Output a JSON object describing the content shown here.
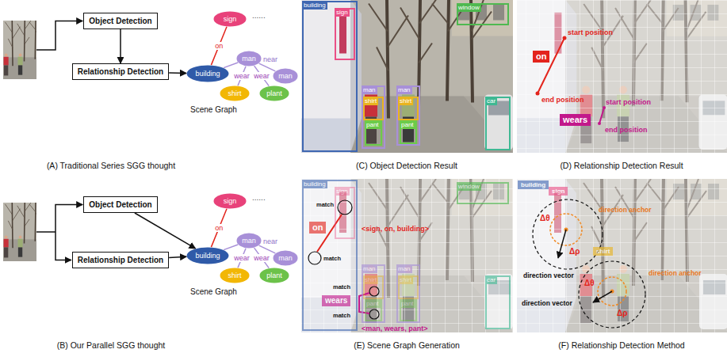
{
  "diagram": {
    "nodes": [
      {
        "text": [
          "Object Detection"
        ]
      },
      {
        "text": [
          "Relationship Detection"
        ]
      },
      {
        "text": [
          "sign"
        ]
      },
      {
        "text": [
          "building"
        ]
      },
      {
        "text": [
          "man"
        ]
      },
      {
        "text": [
          "man"
        ]
      },
      {
        "text": [
          "shirt"
        ]
      },
      {
        "text": [
          "plant"
        ]
      },
      {
        "text": [
          "Object Detection"
        ]
      },
      {
        "text": [
          "Relationship Detection"
        ]
      },
      {
        "text": [
          "sign"
        ]
      },
      {
        "text": [
          "building"
        ]
      },
      {
        "text": [
          "man"
        ]
      },
      {
        "text": [
          "man"
        ]
      },
      {
        "text": [
          "shirt"
        ]
      },
      {
        "text": [
          "plant"
        ]
      },
      {
        "text": [
          "building"
        ]
      },
      {
        "text": [
          "sign"
        ],
        "in": 16
      },
      {
        "text": [
          "window"
        ]
      },
      {
        "text": [
          "man"
        ]
      },
      {
        "text": [
          "shirt"
        ],
        "in": 19
      },
      {
        "text": [
          "pant"
        ],
        "in": 19
      },
      {
        "text": [
          "man"
        ]
      },
      {
        "text": [
          "shirt"
        ],
        "in": 22
      },
      {
        "text": [
          "pant"
        ],
        "in": 22
      },
      {
        "text": [
          "car"
        ]
      },
      {
        "text": [
          "on"
        ]
      },
      {
        "text": [
          "wears"
        ]
      },
      {
        "text": [
          "building"
        ]
      },
      {
        "text": [
          "sign"
        ],
        "in": 28
      },
      {
        "text": [
          "window"
        ]
      },
      {
        "text": [
          "man"
        ]
      },
      {
        "text": [
          "shirt"
        ],
        "in": 31
      },
      {
        "text": [
          "pant"
        ],
        "in": 31
      },
      {
        "text": [
          "man"
        ]
      },
      {
        "text": [
          "shirt"
        ],
        "in": 34
      },
      {
        "text": [
          "pant"
        ],
        "in": 34
      },
      {
        "text": [
          "car"
        ]
      },
      {
        "text": [
          "on"
        ],
        "in": 28
      },
      {
        "text": [
          "wears"
        ],
        "in": 28
      },
      {
        "text": [
          "building"
        ]
      },
      {
        "text": [
          "sign"
        ]
      },
      {
        "text": [
          "shirt"
        ]
      }
    ],
    "edges": [
      {
        "from": 0,
        "to": 1,
        "arrow": "to"
      },
      {
        "from": 1,
        "to": 3,
        "arrow": "to"
      },
      {
        "from": 3,
        "to": 2,
        "label": "on",
        "arrow": "none"
      },
      {
        "from": 3,
        "to": 4,
        "arrow": "none"
      },
      {
        "from": 4,
        "to": 5,
        "label": "near",
        "arrow": "none"
      },
      {
        "from": 4,
        "to": 6,
        "label": "wear",
        "arrow": "none"
      },
      {
        "from": 4,
        "to": 7,
        "label": "wear",
        "arrow": "none"
      },
      {
        "from": 8,
        "to": 11,
        "arrow": "to"
      },
      {
        "from": 9,
        "to": 11,
        "arrow": "to"
      },
      {
        "from": 11,
        "to": 10,
        "label": "on",
        "arrow": "none"
      },
      {
        "from": 11,
        "to": 12,
        "arrow": "none"
      },
      {
        "from": 12,
        "to": 13,
        "label": "near",
        "arrow": "none"
      },
      {
        "from": 12,
        "to": 14,
        "label": "wear",
        "arrow": "none"
      },
      {
        "from": 12,
        "to": 15,
        "label": "wear",
        "arrow": "none"
      }
    ],
    "labels": [
      "......",
      "Scene Graph",
      "(A) Traditional Series SGG thought",
      "......",
      "Scene Graph",
      "(B) Our Parallel SGG thought",
      "(C) Object Detection Result",
      "start position",
      "end position",
      "start position",
      "end position",
      "(D) Relationship Detection Result",
      "match",
      "match",
      "match",
      "match",
      "<sign, on, building>",
      "<man, wears, pant>",
      "(E) Scene Graph Generation",
      "direction anchor",
      "Δθ",
      "Δρ",
      "direction vector",
      "direction anchor",
      "Δθ",
      "Δρ",
      "direction vector",
      "(F) Relationship Detection Method"
    ]
  }
}
